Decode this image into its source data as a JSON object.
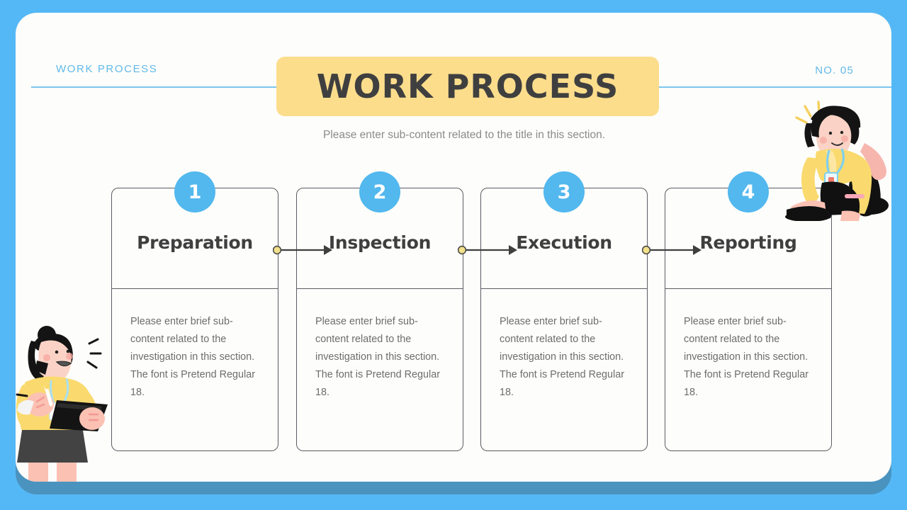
{
  "slide": {
    "header": {
      "eyebrow": "WORK PROCESS",
      "number_label": "NO. 05",
      "title": "WORK PROCESS",
      "subtitle": "Please enter sub-content related to the title in this section."
    },
    "steps": [
      {
        "number": "1",
        "title": "Preparation",
        "body": "Please enter brief sub-content related to the investigation in this section. The font is Pretend Regular 18."
      },
      {
        "number": "2",
        "title": "Inspection",
        "body": "Please enter brief sub-content related to the investigation in this section. The font is Pretend Regular 18."
      },
      {
        "number": "3",
        "title": "Execution",
        "body": "Please enter brief sub-content related to the investigation in this section. The font is Pretend Regular 18."
      },
      {
        "number": "4",
        "title": "Reporting",
        "body": "Please enter brief sub-content related to the investigation in this section. The font is Pretend Regular 18."
      }
    ],
    "illustrations": [
      {
        "name": "seated-woman-with-badge",
        "position": "top-right"
      },
      {
        "name": "standing-woman-with-clipboard",
        "position": "bottom-left"
      }
    ],
    "colors": {
      "background_blue": "#55b8f6",
      "slide_shadow_blue": "#4a93bf",
      "slide_surface": "#fdfdfb",
      "accent_blue": "#52b8ee",
      "header_blue": "#62b9e9",
      "banner_yellow": "#fcdd8c",
      "title_gray": "#3f3f3f",
      "body_gray": "#6d6d6d",
      "outline_gray": "#5c5c63",
      "connector_dot_yellow": "#f2e08a"
    }
  }
}
